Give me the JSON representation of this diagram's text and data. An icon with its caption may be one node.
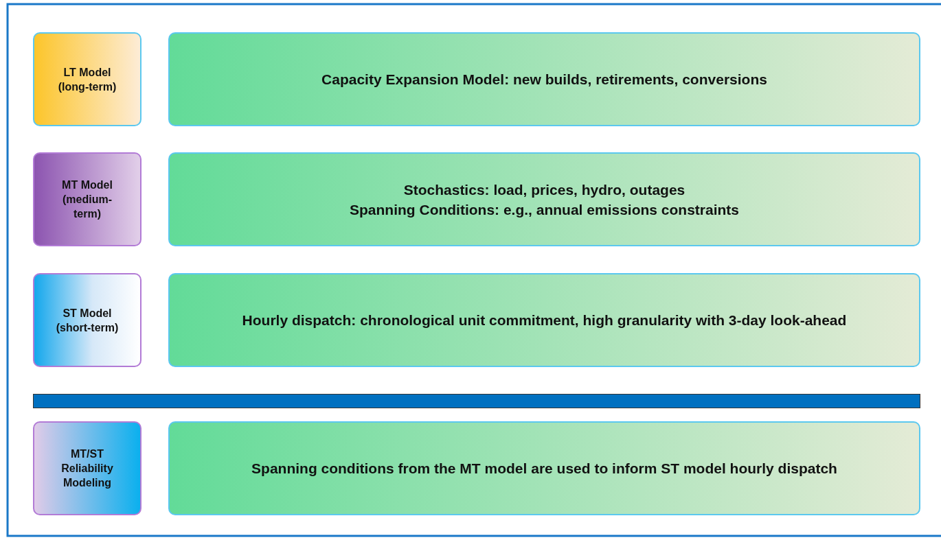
{
  "diagram": {
    "nodes": [
      {
        "text": [
          "LT Model (long-term)"
        ]
      },
      {
        "text": [
          "Capacity Expansion Model: new builds, retirements, conversions"
        ]
      },
      {
        "text": [
          "MT Model (medium-term)"
        ]
      },
      {
        "text": [
          "Stochastics: load, prices, hydro, outages",
          "Spanning Conditions: e.g., annual emissions constraints"
        ]
      },
      {
        "text": [
          "ST Model (short-term)"
        ]
      },
      {
        "text": [
          "Hourly dispatch: chronological unit commitment, high granularity with 3-day look-ahead"
        ]
      },
      {
        "text": [],
        "shape": "bar"
      },
      {
        "text": [
          "MT/ST Reliability Modeling"
        ]
      },
      {
        "text": [
          "Spanning conditions from the MT model are used to inform ST model hourly dispatch"
        ]
      }
    ]
  }
}
